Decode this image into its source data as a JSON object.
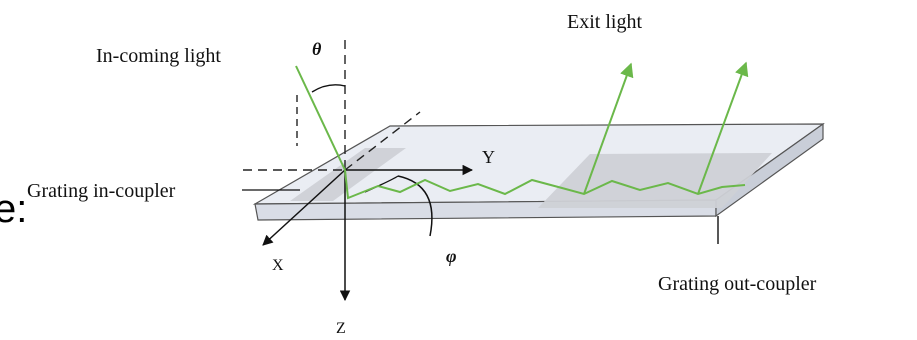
{
  "labels": {
    "incoming_light": "In-coming light",
    "theta": "θ",
    "exit_light": "Exit light",
    "y_axis": "Y",
    "grating_in_coupler": "Grating in-coupler",
    "x_axis": "X",
    "phi": "φ",
    "z_axis": "Z",
    "grating_out_coupler": "Grating out-coupler",
    "edge_fragment": "e:"
  },
  "colors": {
    "light_ray": "#6bb84a",
    "waveguide_top": "#eaedf3",
    "waveguide_side": "#d9dde6",
    "waveguide_end": "#c9ced8",
    "grating_region": "#cfd1d6",
    "axis": "#111111"
  }
}
